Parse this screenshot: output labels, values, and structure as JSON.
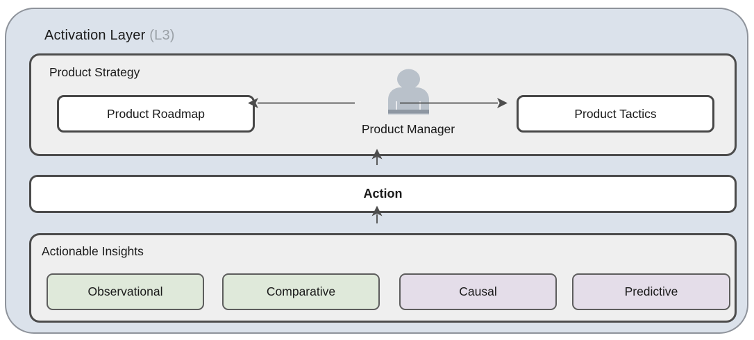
{
  "diagram": {
    "title": "Activation Layer",
    "title_level": "(L3)",
    "strategy": {
      "label": "Product Strategy",
      "roadmap_label": "Product Roadmap",
      "tactics_label": "Product Tactics",
      "manager_label": "Product Manager"
    },
    "action": {
      "label": "Action"
    },
    "insights": {
      "label": "Actionable Insights",
      "chips": [
        {
          "label": "Observational",
          "color": "green"
        },
        {
          "label": "Comparative",
          "color": "green"
        },
        {
          "label": "Causal",
          "color": "purple"
        },
        {
          "label": "Predictive",
          "color": "purple"
        }
      ]
    },
    "edges": [
      {
        "from": "product-manager",
        "to": "product-roadmap",
        "direction": "left"
      },
      {
        "from": "product-manager",
        "to": "product-tactics",
        "direction": "right"
      },
      {
        "from": "action",
        "to": "product-strategy",
        "direction": "up"
      },
      {
        "from": "actionable-insights",
        "to": "action",
        "direction": "up"
      }
    ],
    "colors": {
      "outer_fill": "#dbe2eb",
      "outer_border": "#8e939b",
      "section_fill": "#efefef",
      "section_border": "#4c4c4c",
      "node_fill": "#ffffff",
      "node_border": "#474747",
      "green_fill": "#dfe9da",
      "purple_fill": "#e4dde9",
      "chip_border": "#5d5d5d",
      "person_fill": "#b9c1ca",
      "person_band": "#8e97a2",
      "arrow": "#4d4d4d",
      "muted_text": "#9aa0a6"
    }
  }
}
